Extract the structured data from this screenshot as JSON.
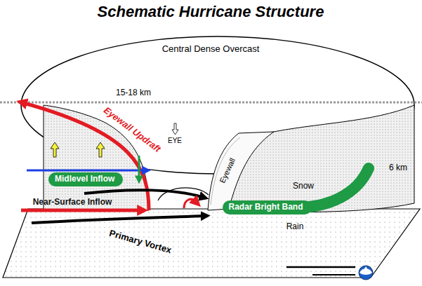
{
  "diagram": {
    "title": "Schematic Hurricane Structure",
    "nodes": [
      {
        "text": [
          "Midlevel Inflow"
        ]
      },
      {
        "text": [
          "Radar Bright Band"
        ]
      }
    ],
    "labels": [
      "Central Dense Overcast",
      "15-18 km",
      "Eyewall Updraft",
      "EYE",
      "Eyewall",
      "6 km",
      "Snow",
      "Near-Surface Inflow",
      "Rain",
      "Primary Vortex"
    ]
  }
}
